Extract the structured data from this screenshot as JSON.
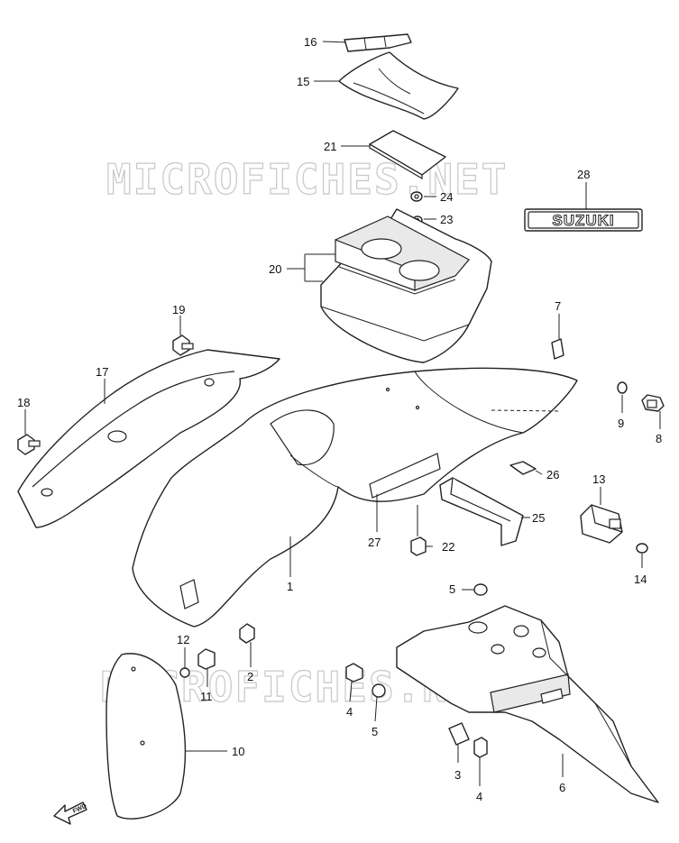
{
  "watermark": {
    "text_top": "MICROFICHES.NET",
    "text_bottom": "MICROFICHES.NET",
    "color": "#c7c7c7"
  },
  "emblem": {
    "text": "SUZUKI"
  },
  "fwd_arrow": {
    "text": "FWD"
  },
  "callouts": {
    "c1": "1",
    "c2": "2",
    "c3": "3",
    "c4a": "4",
    "c4b": "4",
    "c5a": "5",
    "c5b": "5",
    "c6": "6",
    "c7": "7",
    "c8": "8",
    "c9": "9",
    "c10": "10",
    "c11": "11",
    "c12": "12",
    "c13": "13",
    "c14": "14",
    "c15": "15",
    "c16": "16",
    "c17": "17",
    "c18": "18",
    "c19": "19",
    "c20": "20",
    "c21": "21",
    "c22": "22",
    "c23": "23",
    "c24": "24",
    "c25": "25",
    "c26": "26",
    "c27": "27",
    "c28": "28"
  },
  "colors": {
    "line": "#222222",
    "background": "#ffffff"
  }
}
